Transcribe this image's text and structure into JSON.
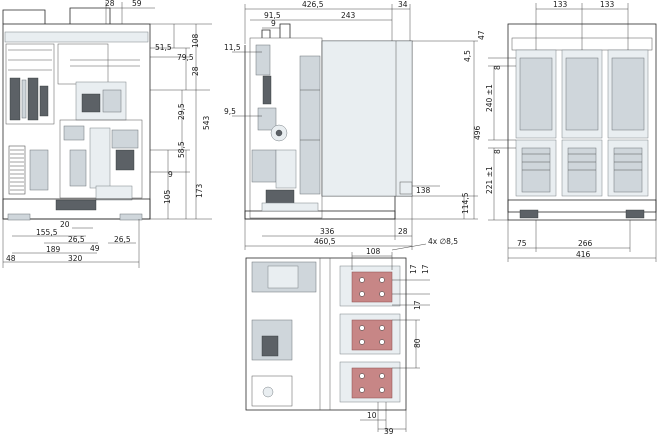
{
  "front_view": {
    "top_dims": [
      "28",
      "59"
    ],
    "right_dims": [
      "51,5",
      "79,5",
      "108",
      "28",
      "29,5",
      "543",
      "58,5",
      "9",
      "105",
      "173"
    ],
    "bottom_dims": [
      "20",
      "155,5",
      "26,5",
      "49",
      "26,5",
      "189",
      "320",
      "48"
    ]
  },
  "side_view": {
    "top_dims": [
      "426,5",
      "34",
      "91,5",
      "243",
      "9"
    ],
    "left_dims": [
      "11,5",
      "9,5"
    ],
    "right_dims": [
      "4,5",
      "47",
      "496",
      "138",
      "114,5"
    ],
    "bottom_dims": [
      "336",
      "28",
      "460,5"
    ]
  },
  "rear_view": {
    "top_dims": [
      "133",
      "133"
    ],
    "left_dims": [
      "8",
      "240 ±1",
      "8",
      "221 ±1"
    ],
    "bottom_dims": [
      "75",
      "266",
      "416"
    ]
  },
  "top_view": {
    "dims": [
      "108",
      "4x ∅8,5",
      "17",
      "17",
      "17",
      "80",
      "10",
      "39"
    ]
  }
}
